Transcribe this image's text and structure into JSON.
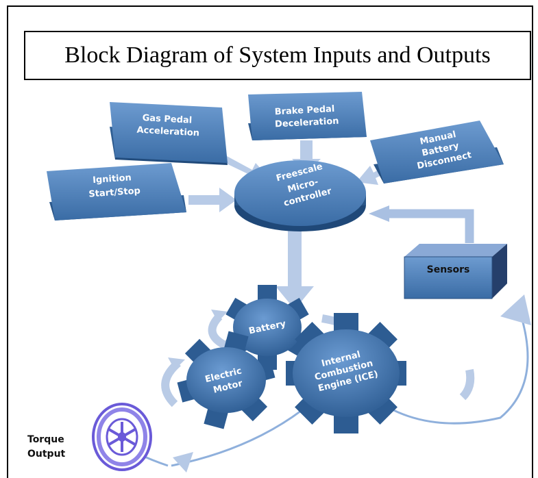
{
  "title": "Block Diagram of System Inputs and Outputs",
  "inputs": {
    "gas_pedal": [
      "Gas Pedal",
      "Acceleration"
    ],
    "brake_pedal": [
      "Brake Pedal",
      "Deceleration"
    ],
    "manual_battery": [
      "Manual",
      "Battery",
      "Disconnect"
    ],
    "ignition": [
      "Ignition",
      "Start/Stop"
    ]
  },
  "controller": [
    "Freescale",
    "Micro-",
    "controller"
  ],
  "sensors": "Sensors",
  "gears": {
    "battery": [
      "Battery"
    ],
    "electric_motor": [
      "Electric",
      "Motor"
    ],
    "ice": [
      "Internal",
      "Combustion",
      "Engine (ICE)"
    ]
  },
  "torque_output": [
    "Torque",
    "Output"
  ],
  "colors": {
    "box_fill": "#4a7fb5",
    "box_side": "#2e5f93",
    "arrow": "#b6c9e6",
    "gear": "#3f72aa"
  }
}
